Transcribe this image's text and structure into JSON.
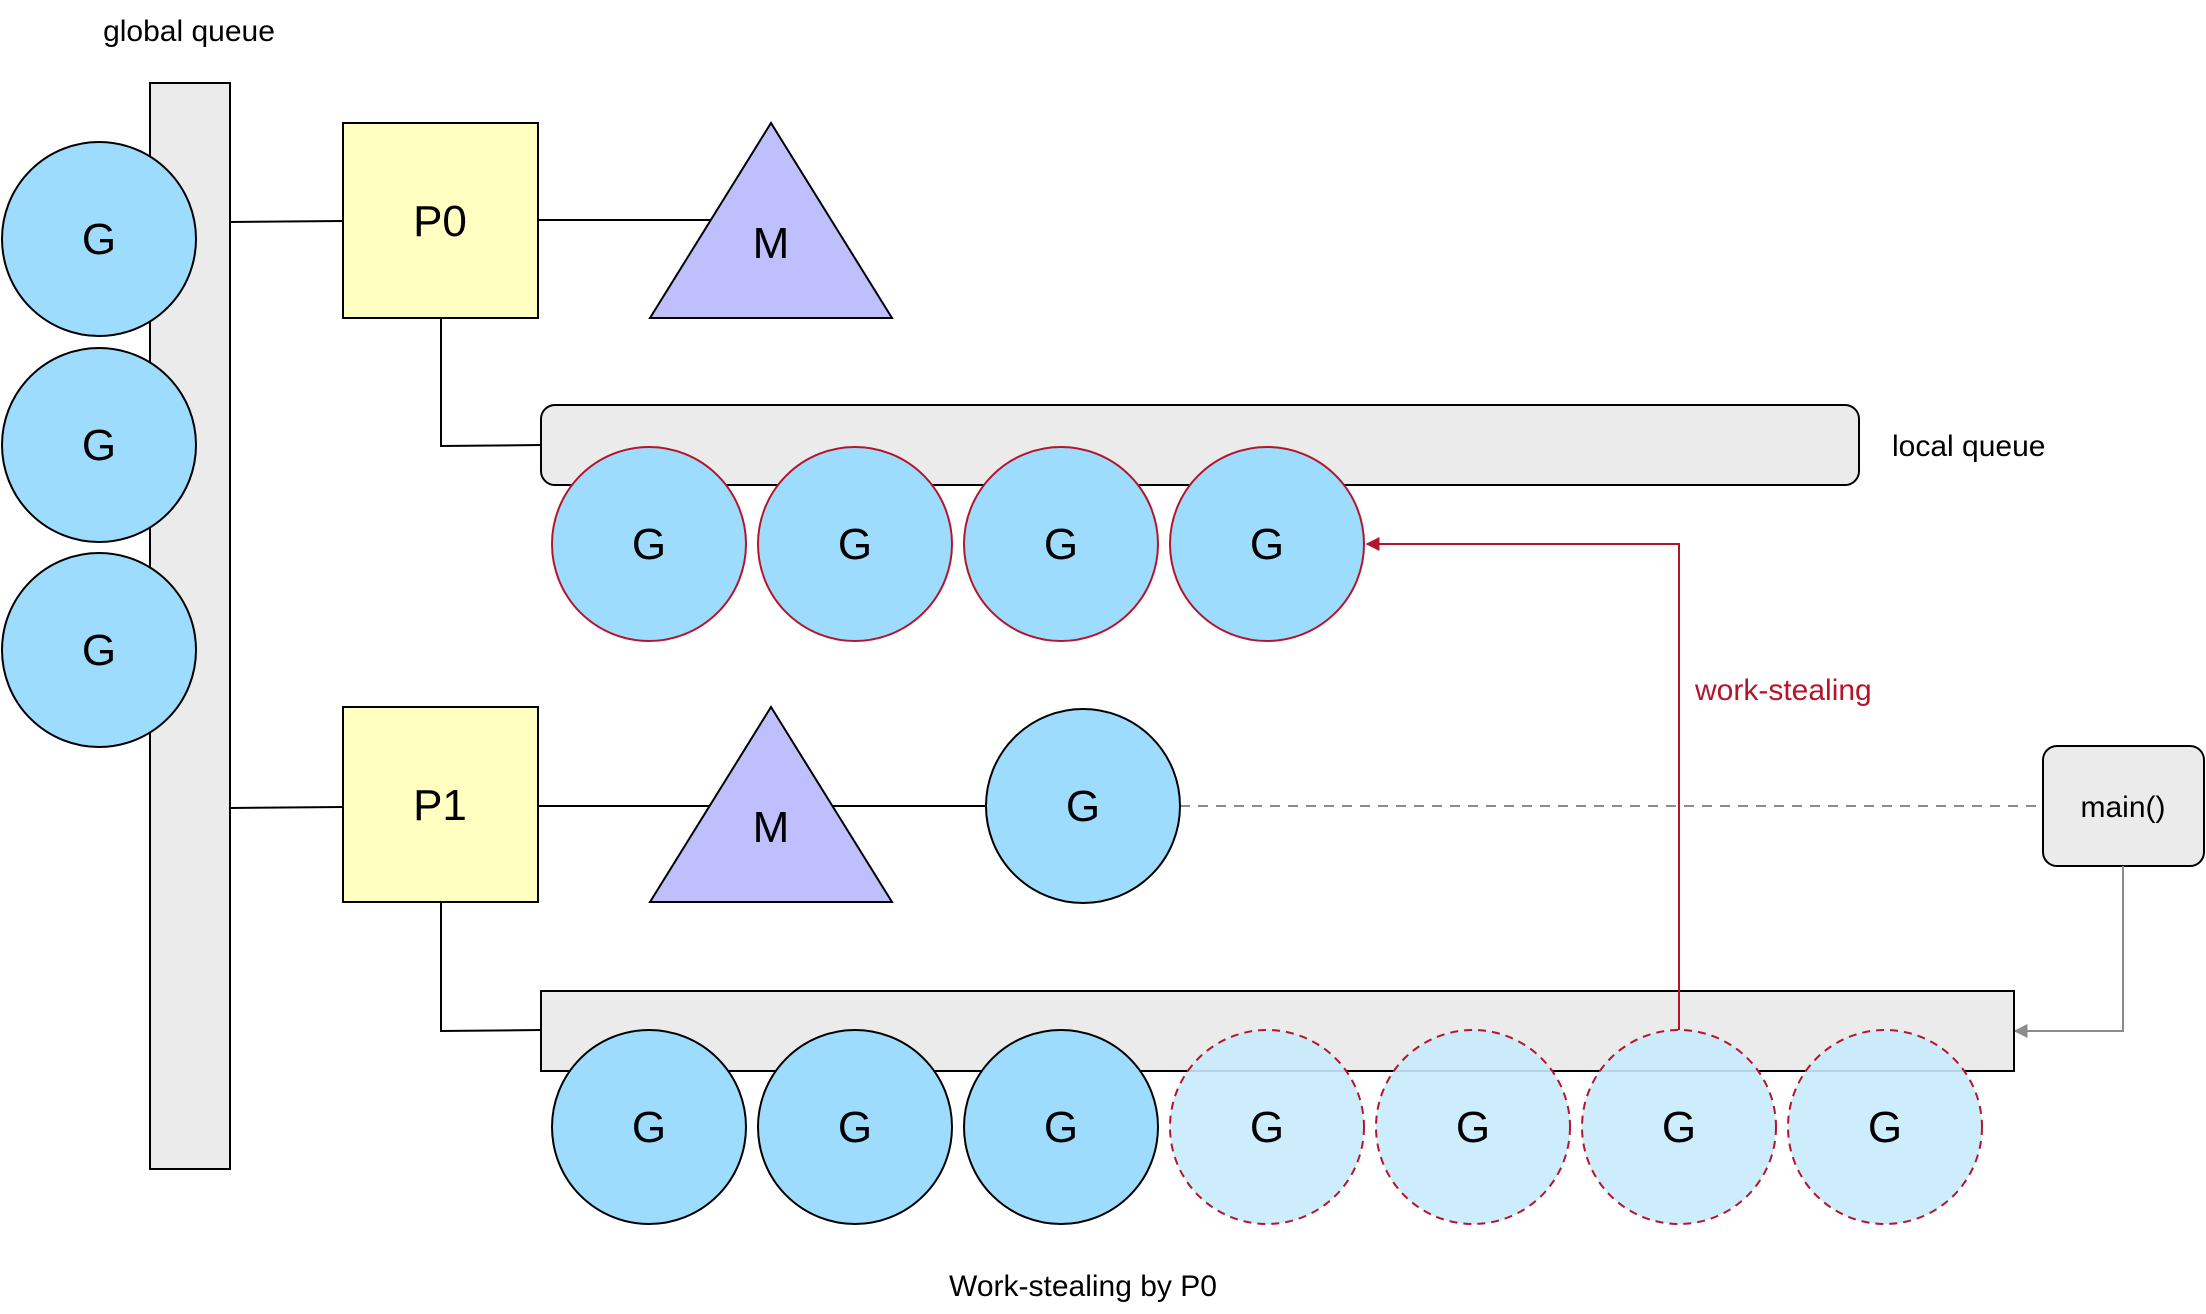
{
  "labels": {
    "global_queue": "global queue",
    "local_queue": "local queue",
    "work_stealing": "work-stealing",
    "caption": "Work-stealing by P0",
    "main": "main()"
  },
  "processors": {
    "p0": "P0",
    "p1": "P1"
  },
  "machine_label": "M",
  "goroutine_label": "G",
  "global_queue_items": [
    "G",
    "G",
    "G"
  ],
  "p0_local_queue": [
    "G",
    "G",
    "G",
    "G"
  ],
  "p1_running": "G",
  "p1_local_queue": [
    {
      "label": "G",
      "stolen": false
    },
    {
      "label": "G",
      "stolen": false
    },
    {
      "label": "G",
      "stolen": false
    },
    {
      "label": "G",
      "stolen": true
    },
    {
      "label": "G",
      "stolen": true
    },
    {
      "label": "G",
      "stolen": true
    },
    {
      "label": "G",
      "stolen": true
    }
  ],
  "colors": {
    "goroutine_fill": "#9ddcfc",
    "goroutine_stolen_fill": "#c8eafc",
    "processor_fill": "#ffffc1",
    "machine_fill": "#bfbffe",
    "queue_fill": "#ebebeb",
    "steal_color": "#b5152b",
    "line_color": "#000000",
    "dashed_color": "#8c8c8c"
  }
}
